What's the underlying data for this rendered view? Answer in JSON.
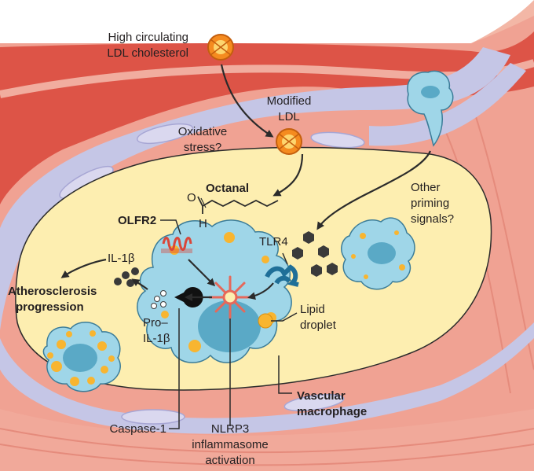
{
  "labels": {
    "ldl_top": "High circulating",
    "ldl_bottom": "LDL cholesterol",
    "modified_top": "Modified",
    "modified_bottom": "LDL",
    "oxidative_top": "Oxidative",
    "oxidative_bottom": "stress?",
    "octanal": "Octanal",
    "aldehyde_o": "O",
    "aldehyde_h": "H",
    "olfr2": "OLFR2",
    "tlr4": "TLR4",
    "other_1": "Other",
    "other_2": "priming",
    "other_3": "signals?",
    "il1b": "IL-1β",
    "athero_1": "Atherosclerosis",
    "athero_2": "progression",
    "pro_1": "Pro–",
    "pro_2": "IL-1β",
    "lipid_1": "Lipid",
    "lipid_2": "droplet",
    "vascular_1": "Vascular",
    "vascular_2": "macrophage",
    "caspase": "Caspase-1",
    "nlrp3_1": "NLRP3",
    "nlrp3_2": "inflammasome",
    "nlrp3_3": "activation"
  },
  "colors": {
    "vessel_wall": "#ee9f8f",
    "vessel_dark": "#d9473a",
    "endothelium": "#c5c6e6",
    "plaque": "#fdeeb0",
    "cell_blue": "#9fd6e8",
    "nucleus": "#5aa9c6",
    "lipid": "#f8b530",
    "ldl_orange": "#f58b1f",
    "dark_gray": "#3a3a3a",
    "tlr4_blue": "#1f6f98",
    "olfr2_red": "#d9473a",
    "nlrp3_red": "#e6685a"
  }
}
